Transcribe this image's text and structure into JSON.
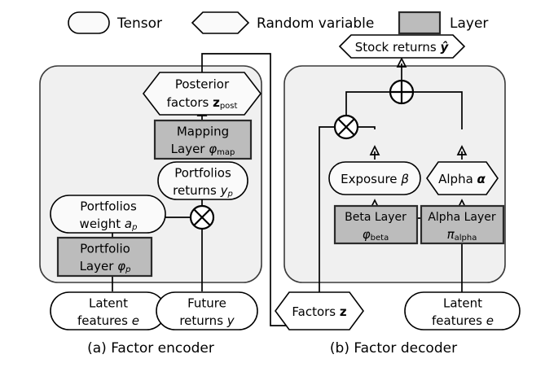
{
  "figure": {
    "legend": {
      "items": [
        {
          "shape": "rounded-rectangle",
          "label": "Tensor"
        },
        {
          "shape": "hexagon",
          "label": "Random variable"
        },
        {
          "shape": "gray-rectangle",
          "label": "Layer"
        }
      ]
    },
    "captions": {
      "left": "(a)  Factor encoder",
      "right": "(b)  Factor decoder"
    },
    "panels": [
      {
        "id": "factor-encoder",
        "caption": "(a)  Factor encoder",
        "nodes": [
          {
            "id": "posterior-factors",
            "type": "random-variable",
            "line1": "Posterior",
            "line2_pre": "factors ",
            "line2_var": "z",
            "line2_sub": "post"
          },
          {
            "id": "mapping-layer",
            "type": "layer",
            "line1": "Mapping",
            "line2_pre": "Layer ",
            "line2_var": "φ",
            "line2_sub": "map"
          },
          {
            "id": "portfolios-returns",
            "type": "tensor",
            "line1": "Portfolios",
            "line2_pre": "returns ",
            "line2_var": "y",
            "line2_sub": "p"
          },
          {
            "id": "portfolios-weight",
            "type": "tensor",
            "line1": "Portfolios",
            "line2_pre": "weight ",
            "line2_var": "a",
            "line2_sub": "p"
          },
          {
            "id": "portfolio-layer",
            "type": "layer",
            "line1": "Portfolio",
            "line2_pre": "Layer ",
            "line2_var": "φ",
            "line2_sub": "p"
          },
          {
            "id": "latent-features",
            "type": "tensor",
            "line1": "Latent",
            "line2_pre": "features ",
            "line2_var": "e",
            "line2_sub": ""
          },
          {
            "id": "future-returns",
            "type": "tensor",
            "line1": "Future",
            "line2_pre": "returns ",
            "line2_var": "y",
            "line2_sub": ""
          }
        ],
        "operators": [
          {
            "id": "encoder-multiply",
            "symbol": "multiply"
          }
        ]
      },
      {
        "id": "factor-decoder",
        "caption": "(b)  Factor decoder",
        "nodes": [
          {
            "id": "stock-returns",
            "type": "random-variable",
            "line1_pre": "Stock returns ",
            "line1_var": "ŷ"
          },
          {
            "id": "exposure",
            "type": "tensor",
            "line1_pre": "Exposure ",
            "line1_var": "β"
          },
          {
            "id": "alpha",
            "type": "random-variable",
            "line1_pre": "Alpha ",
            "line1_var": "α"
          },
          {
            "id": "beta-layer",
            "type": "layer",
            "line1": "Beta Layer",
            "line2_var": "φ",
            "line2_sub": "beta"
          },
          {
            "id": "alpha-layer",
            "type": "layer",
            "line1": "Alpha Layer",
            "line2_var": "π",
            "line2_sub": "alpha"
          },
          {
            "id": "factors",
            "type": "random-variable",
            "line1_pre": "Factors ",
            "line1_var": "z"
          },
          {
            "id": "latent-features-dec",
            "type": "tensor",
            "line1": "Latent",
            "line2_pre": "features ",
            "line2_var": "e",
            "line2_sub": ""
          }
        ],
        "operators": [
          {
            "id": "decoder-add",
            "symbol": "add"
          },
          {
            "id": "decoder-multiply",
            "symbol": "multiply"
          }
        ]
      }
    ],
    "colors": {
      "panel_fill": "#f0f0f0",
      "layer_fill": "#bcbcbc",
      "tensor_fill": "#fafafa",
      "stroke": "#000000",
      "background": "#ffffff"
    }
  }
}
